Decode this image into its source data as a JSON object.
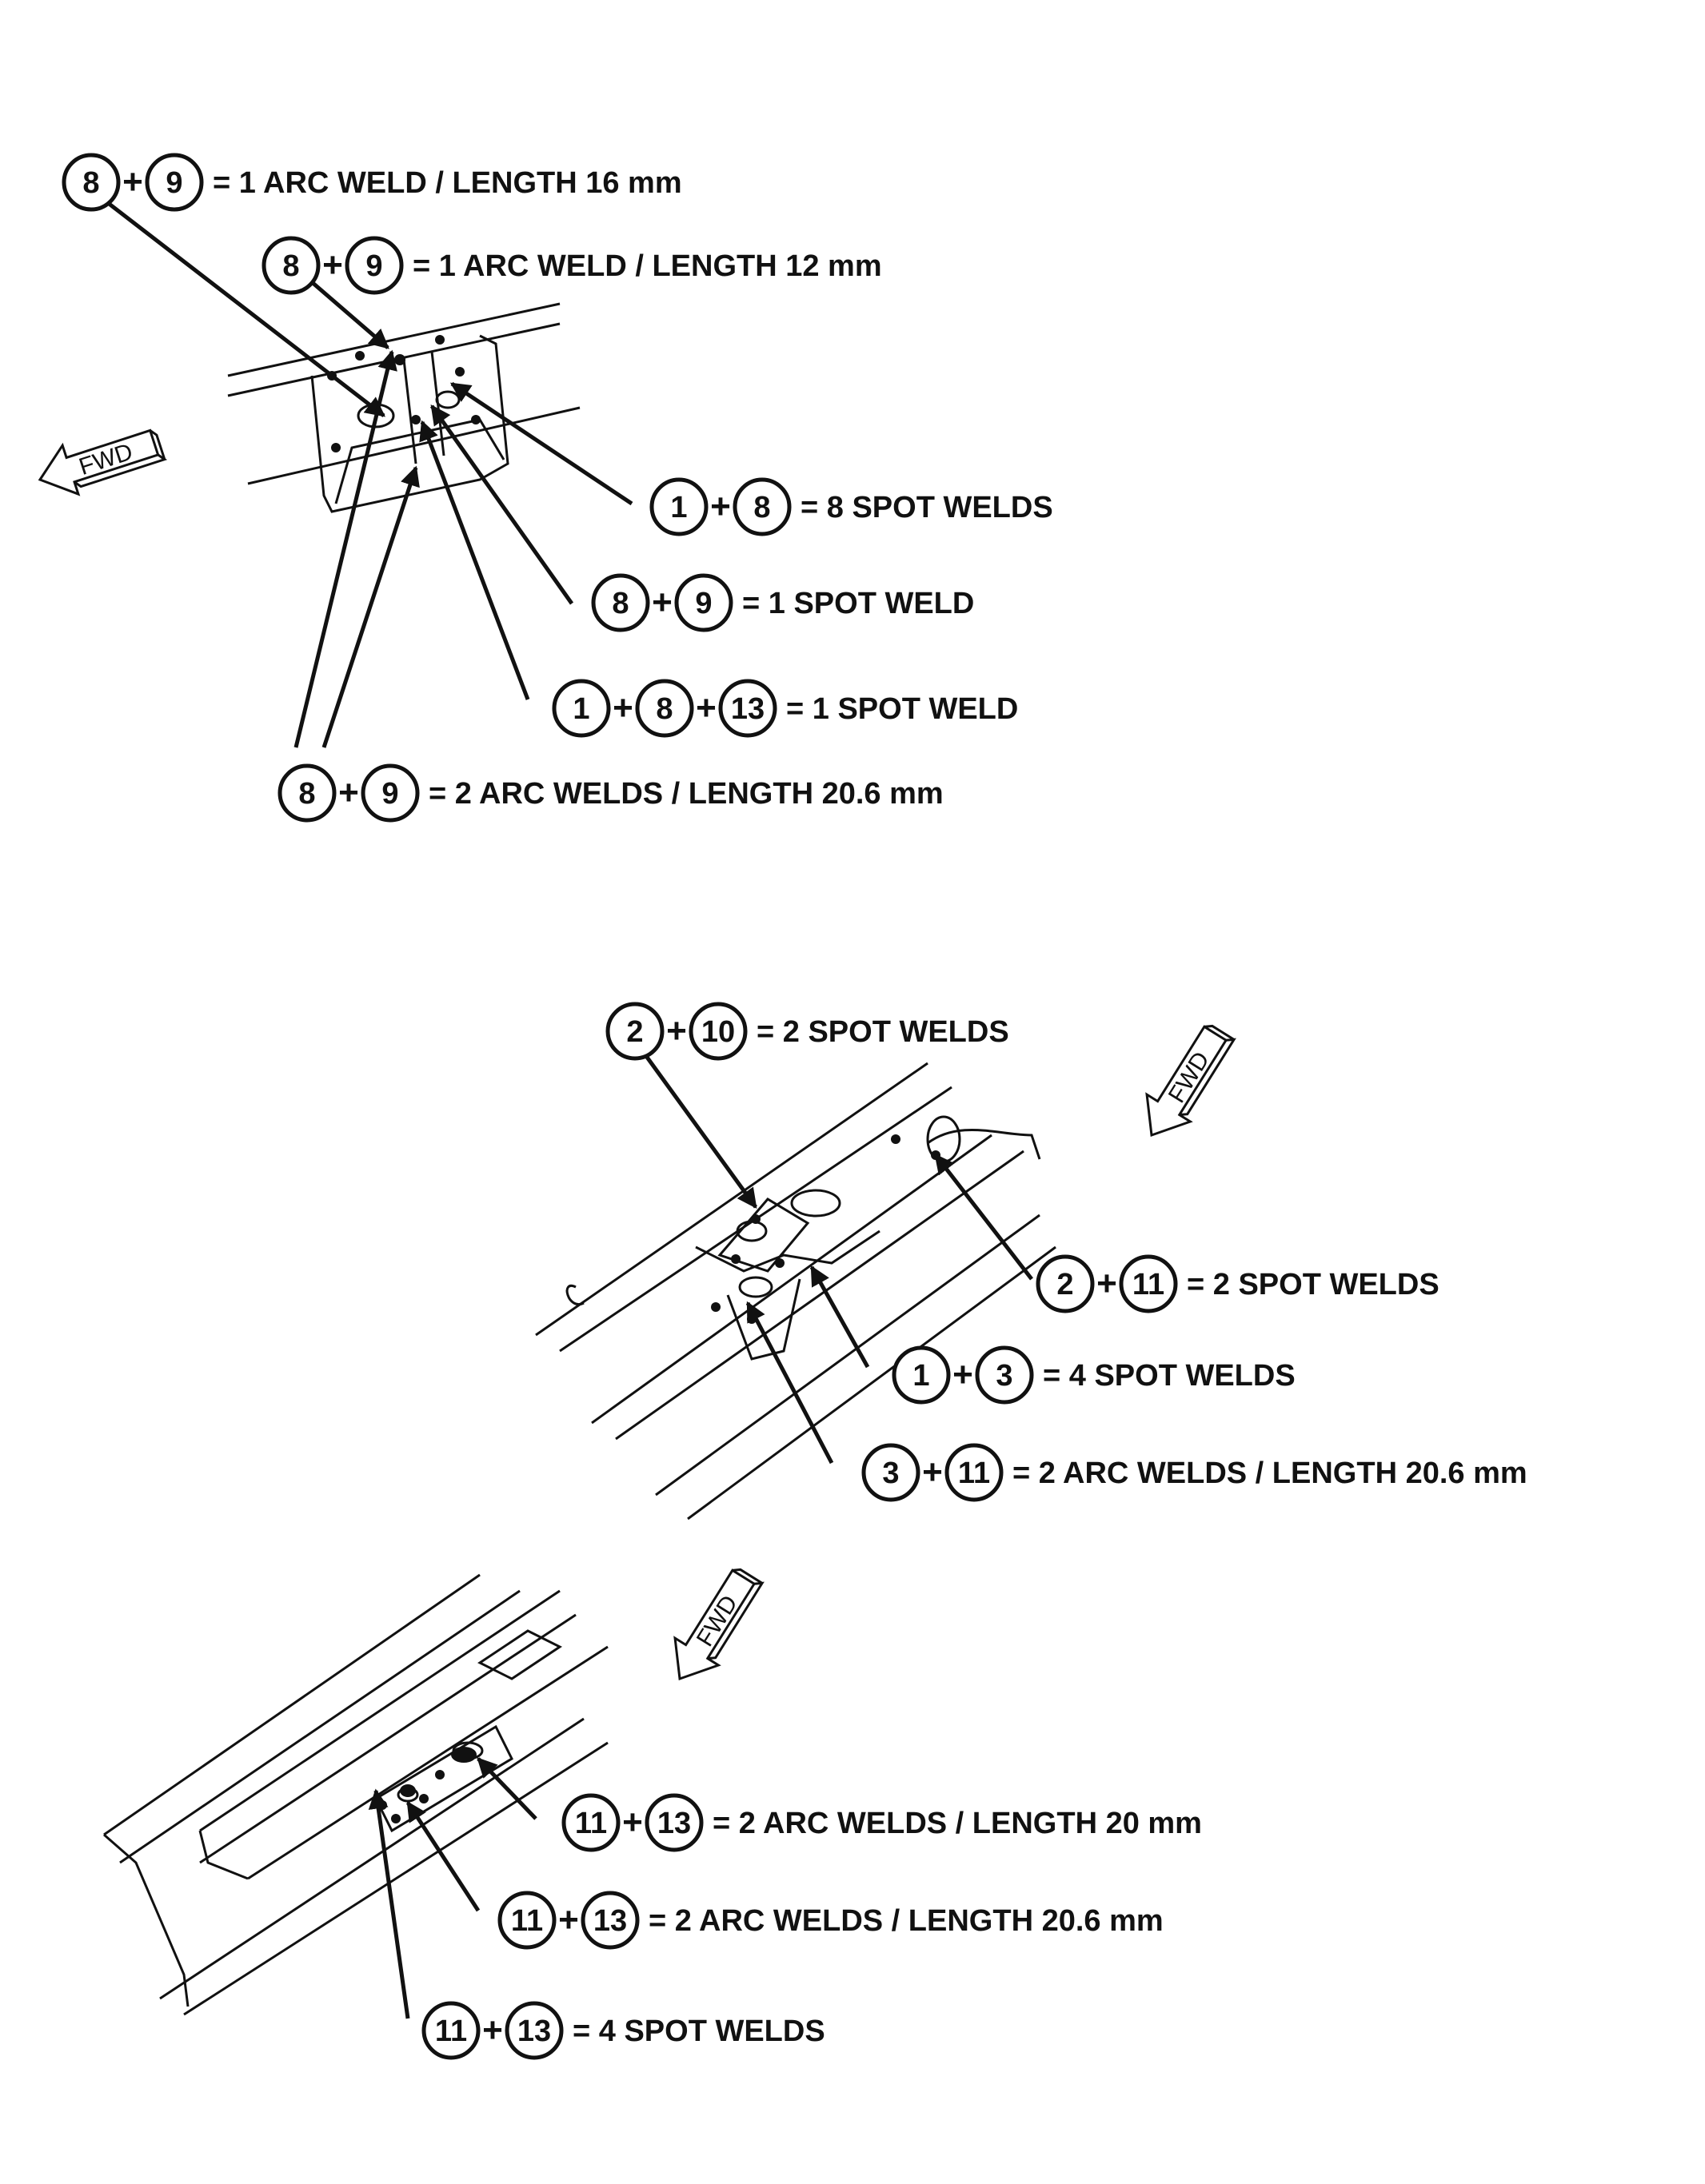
{
  "callouts": [
    {
      "parts": [
        "8",
        "9"
      ],
      "text": "= 1 ARC WELD / LENGTH 16 mm"
    },
    {
      "parts": [
        "8",
        "9"
      ],
      "text": "= 1 ARC WELD / LENGTH 12 mm"
    },
    {
      "parts": [
        "1",
        "8"
      ],
      "text": "= 8 SPOT WELDS"
    },
    {
      "parts": [
        "8",
        "9"
      ],
      "text": "= 1 SPOT WELD"
    },
    {
      "parts": [
        "1",
        "8",
        "13"
      ],
      "text": "= 1 SPOT WELD"
    },
    {
      "parts": [
        "8",
        "9"
      ],
      "text": "= 2 ARC WELDS / LENGTH 20.6 mm"
    },
    {
      "parts": [
        "2",
        "10"
      ],
      "text": "= 2 SPOT WELDS"
    },
    {
      "parts": [
        "2",
        "11"
      ],
      "text": "= 2 SPOT WELDS"
    },
    {
      "parts": [
        "1",
        "3"
      ],
      "text": "= 4 SPOT WELDS"
    },
    {
      "parts": [
        "3",
        "11"
      ],
      "text": "= 2 ARC WELDS / LENGTH 20.6 mm"
    },
    {
      "parts": [
        "11",
        "13"
      ],
      "text": "= 2 ARC WELDS / LENGTH 20 mm"
    },
    {
      "parts": [
        "11",
        "13"
      ],
      "text": "= 2 ARC WELDS / LENGTH 20.6 mm"
    },
    {
      "parts": [
        "11",
        "13"
      ],
      "text": "= 4 SPOT WELDS"
    }
  ],
  "fwd_arrows": [
    {
      "label": "FWD"
    },
    {
      "label": "FWD"
    },
    {
      "label": "FWD"
    }
  ],
  "plus_sign": "+",
  "colors": {
    "ink": "#111111",
    "paper": "#ffffff"
  }
}
